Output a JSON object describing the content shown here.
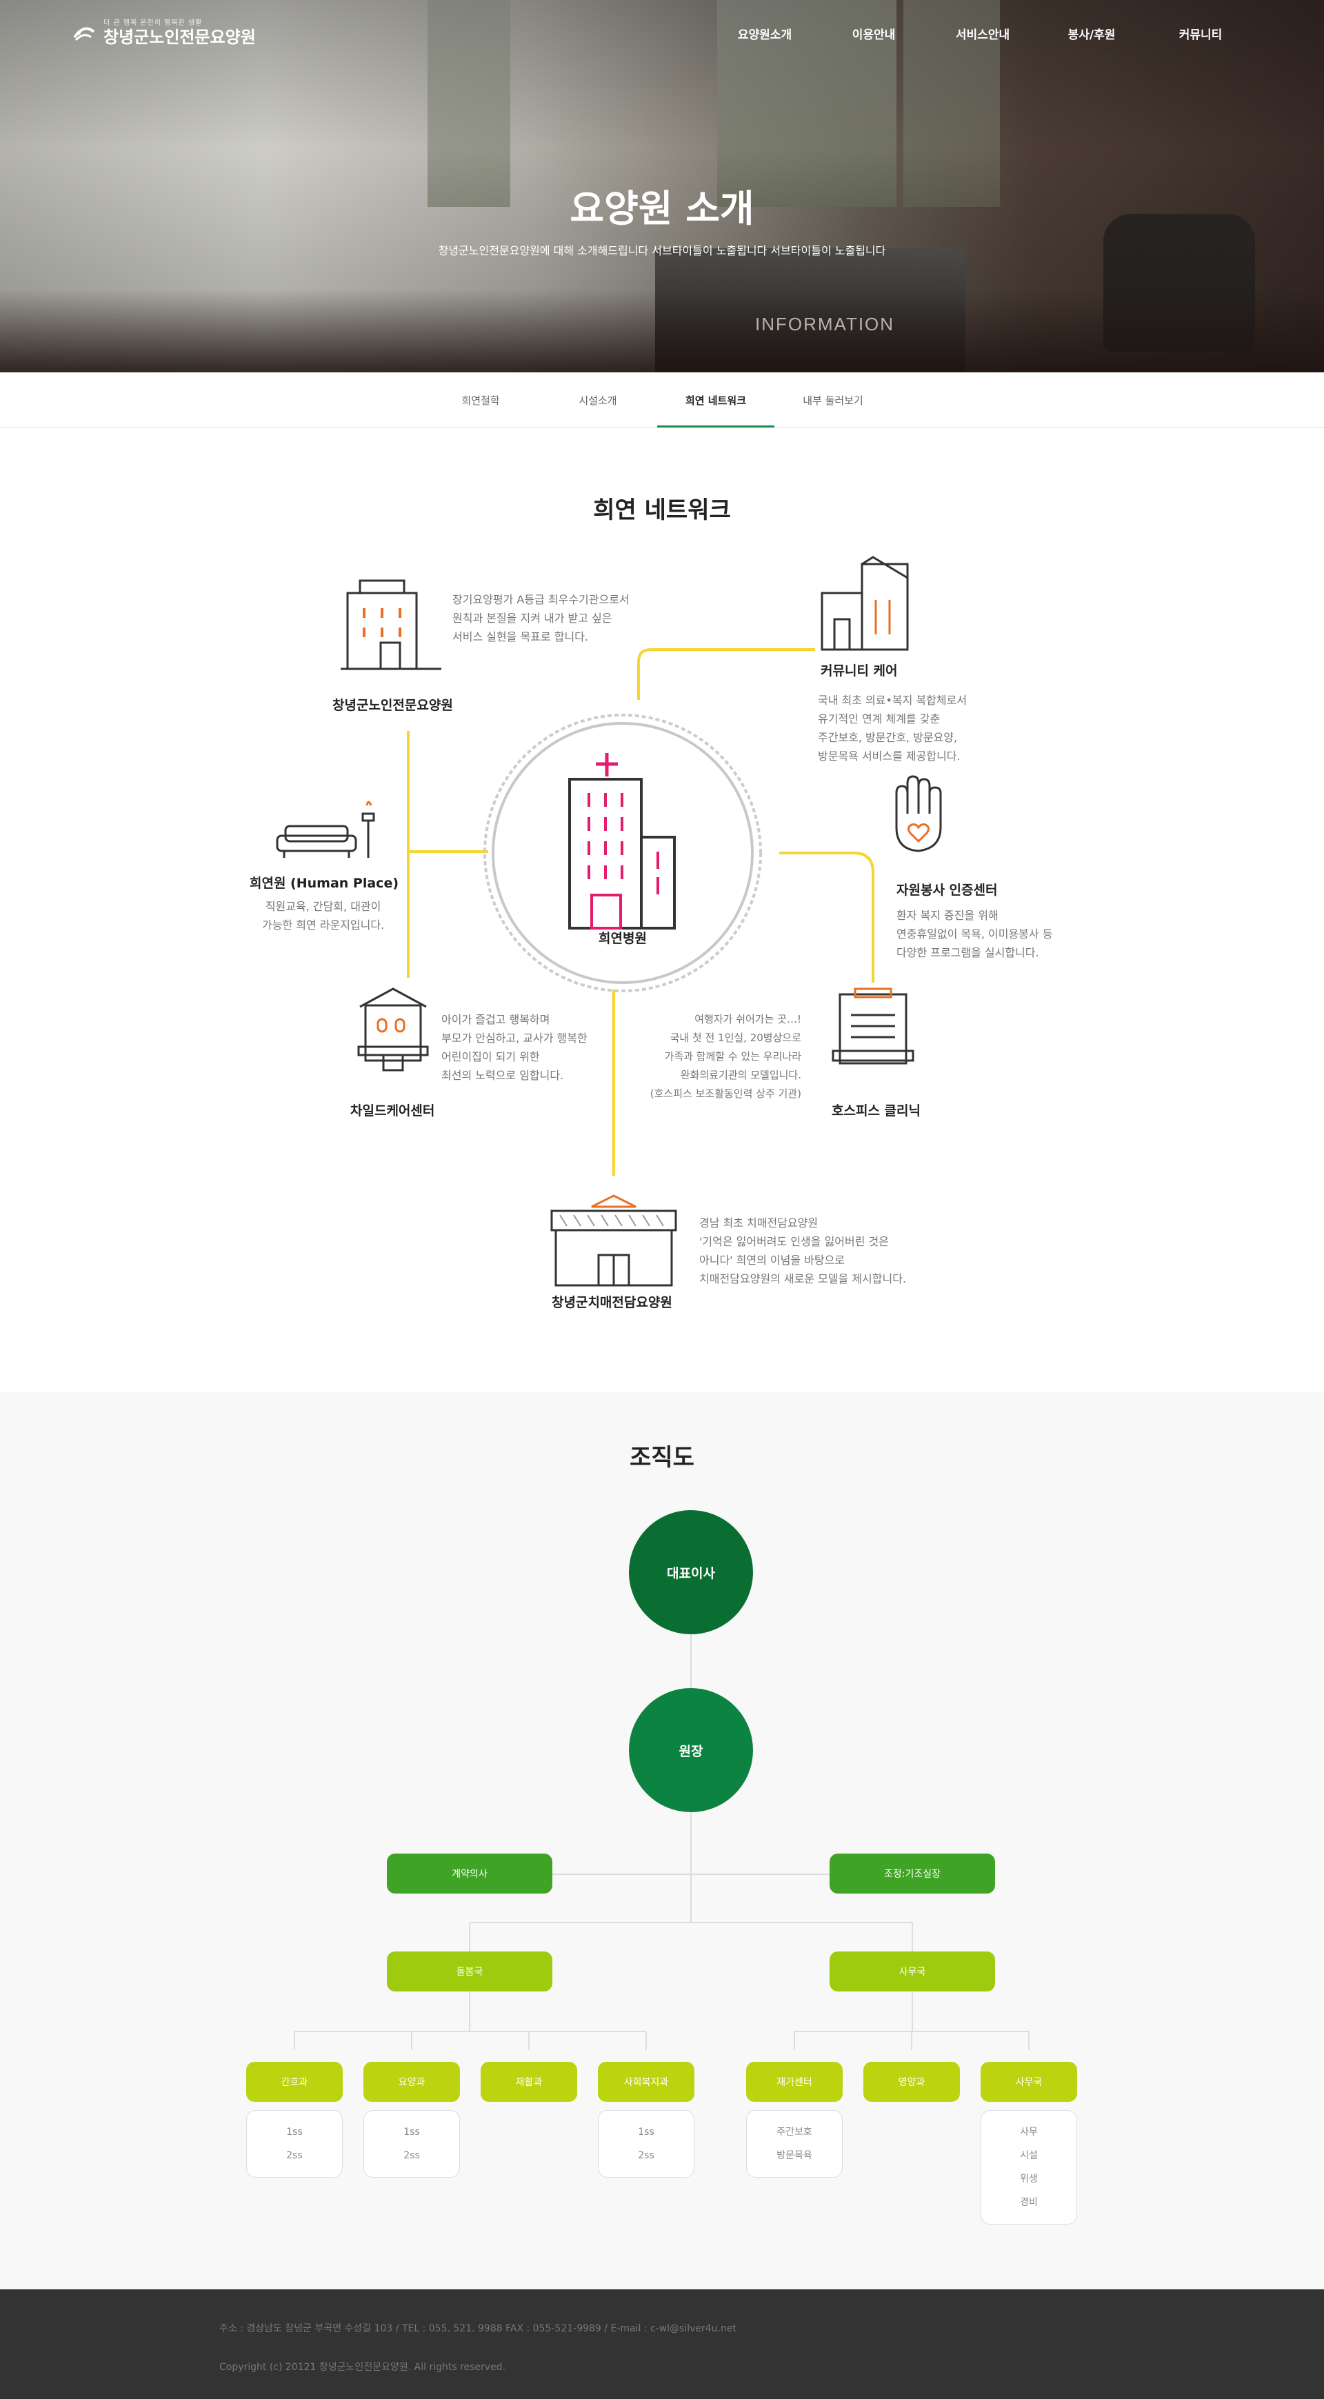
{
  "header": {
    "logo_sub": "더 큰 행복 온전히 행복한 생활",
    "logo_name": "창녕군노인전문요양원",
    "menu": [
      "요양원소개",
      "이용안내",
      "서비스안내",
      "봉사/후원",
      "커뮤니티"
    ]
  },
  "hero": {
    "title": "요양원 소개",
    "desc": "창녕군노인전문요양원에 대해 소개해드립니다 서브타이틀이 노출됩니다 서브타이틀이 노출됩니다",
    "sign": "INFORMATION"
  },
  "subnav": {
    "tabs": [
      "희연철학",
      "시설소개",
      "희연 네트워크",
      "내부 둘러보기"
    ],
    "active": 2
  },
  "network": {
    "title": "희연 네트워크",
    "center": "희연병원",
    "nodes": {
      "yoyangwon": {
        "label": "창녕군노인전문요양원",
        "text": [
          "장기요양평가 A등급 최우수기관으로서",
          "원칙과 본질을 지켜 내가 받고 싶은",
          "서비스 실현을 목표로 합니다."
        ]
      },
      "community": {
        "label": "커뮤니티 케어",
        "text": [
          "국내 최초 의료•복지 복합체로서",
          "유기적인 연계 체계를 갖춘",
          "주간보호, 방문간호, 방문요양,",
          "방문목욕 서비스를 제공합니다."
        ]
      },
      "human": {
        "label": "희연원 (Human Place)",
        "text": [
          "직원교육, 간담회, 대관이",
          "가능한 희연 라운지입니다."
        ]
      },
      "volunteer": {
        "label": "자원봉사 인증센터",
        "text": [
          "환자 복지 증진을 위해",
          "연중휴일없이 목욕, 이미용봉사 등",
          "다양한 프로그램을 실시합니다."
        ]
      },
      "child": {
        "label": "차일드케어센터",
        "text": [
          "아이가 즐겁고 행복하며",
          "부모가 안심하고, 교사가 행복한",
          "어린이집이 되기 위한",
          "최선의 노력으로 임합니다."
        ]
      },
      "hospice": {
        "label": "호스피스 클리닉",
        "text": [
          "여행자가 쉬어가는 곳…!",
          "국내 첫 전 1인실, 20병상으로",
          "가족과 함께할 수 있는 우리나라",
          "완화의료기관의 모델입니다.",
          "(호스피스 보조활동인력 상주 기관)"
        ]
      },
      "dementia": {
        "label": "창녕군치매전담요양원",
        "text": [
          "경남 최초 치매전담요양원",
          "'기억은 잃어버려도 인생을 잃어버린 것은",
          "아니다' 희연의 이념을 바탕으로",
          "치매전담요양원의 새로운 모델을 제시합니다."
        ]
      }
    }
  },
  "org": {
    "title": "조직도",
    "ceo": "대표이사",
    "director": "원장",
    "advisor": "계약의사",
    "coordinator": "조정:기조실장",
    "dept_care": "돌봄국",
    "dept_office": "사무국",
    "teams": [
      {
        "name": "간호과",
        "items": [
          "1ss",
          "2ss"
        ]
      },
      {
        "name": "요양과",
        "items": [
          "1ss",
          "2ss"
        ]
      },
      {
        "name": "재활과",
        "items": []
      },
      {
        "name": "사회복지과",
        "items": [
          "1ss",
          "2ss"
        ]
      },
      {
        "name": "재가센터",
        "items": [
          "주간보호",
          "방문목욕"
        ]
      },
      {
        "name": "영양과",
        "items": []
      },
      {
        "name": "사무국",
        "items": [
          "사무",
          "시설",
          "위생",
          "경비"
        ]
      }
    ],
    "colors": {
      "ceo": "#0a6e32",
      "director": "#0c8340",
      "advisor": "#3fa425",
      "dept": "#9fcb0e",
      "team": "#bcd310"
    }
  },
  "footer": {
    "address": "주소 : 경상남도 창녕군 부곡면 수성길 103 / TEL : 055. 521. 9988 FAX : 055-521-9989 / E-mail : c-wl@silver4u.net",
    "copyright": "Copyright (c) 20121 창녕군노인전문요양원. All rights reserved."
  }
}
